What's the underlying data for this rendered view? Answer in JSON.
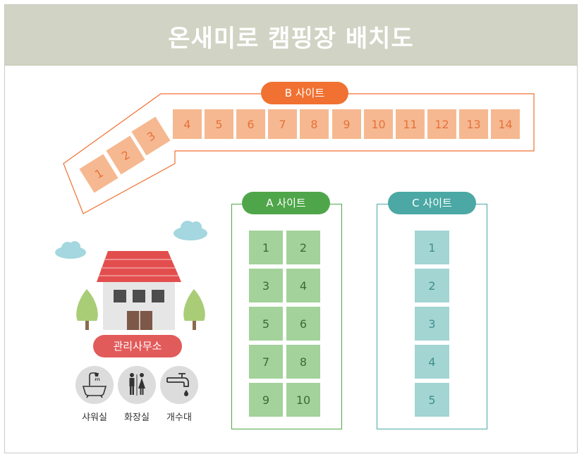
{
  "title": "온새미로 캠핑장 배치도",
  "sites": {
    "b": {
      "label": "B 사이트",
      "plots": [
        "1",
        "2",
        "3",
        "4",
        "5",
        "6",
        "7",
        "8",
        "9",
        "10",
        "11",
        "12",
        "13",
        "14"
      ]
    },
    "a": {
      "label": "A 사이트",
      "plots": [
        "1",
        "2",
        "3",
        "4",
        "5",
        "6",
        "7",
        "8",
        "9",
        "10"
      ]
    },
    "c": {
      "label": "C 사이트",
      "plots": [
        "1",
        "2",
        "3",
        "4",
        "5"
      ]
    }
  },
  "office": {
    "label": "관리사무소"
  },
  "facilities": [
    "샤워실",
    "화장실",
    "개수대"
  ],
  "colors": {
    "header": "#d1d3c4",
    "b_site": "#f07132",
    "a_site": "#4fa64a",
    "c_site": "#4ba8a4",
    "office": "#e25b5b"
  }
}
